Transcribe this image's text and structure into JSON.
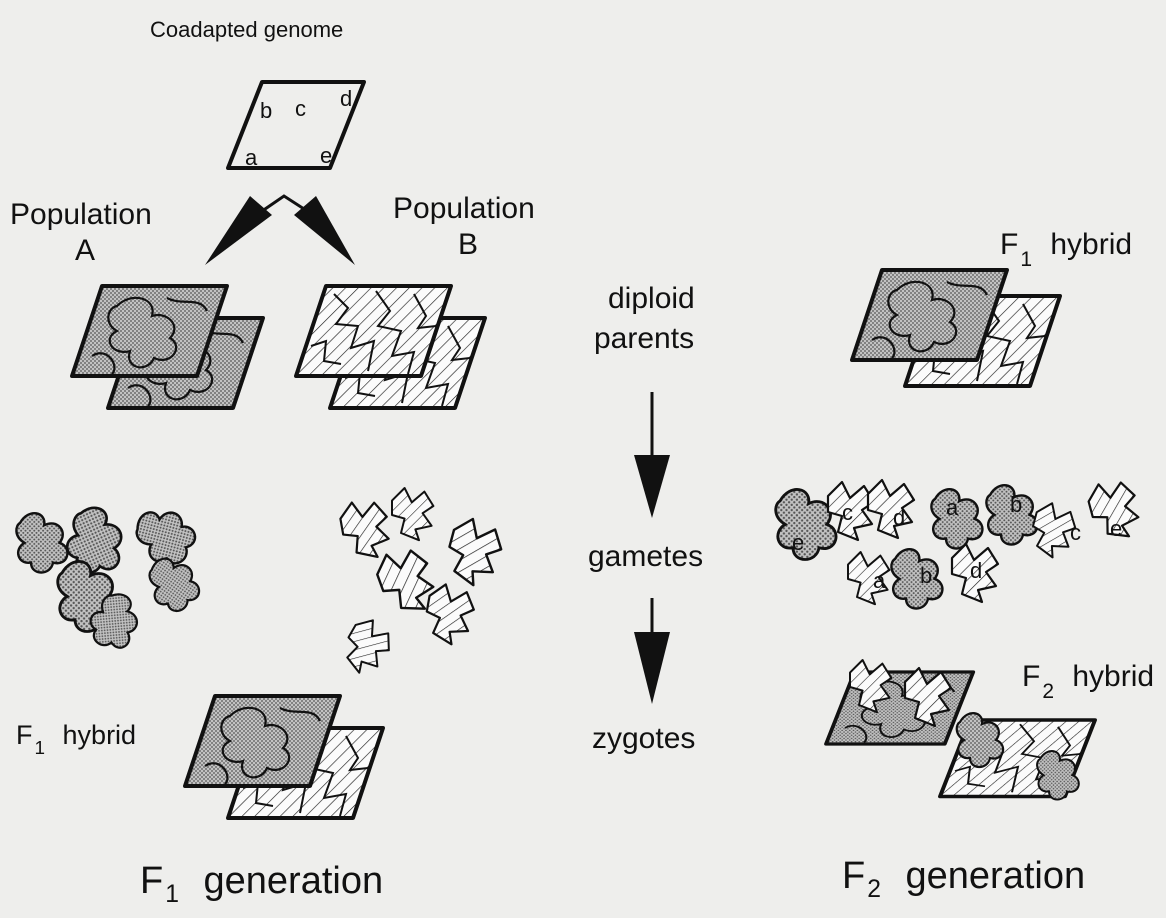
{
  "coadapted": {
    "title": "Coadapted genome",
    "loci": [
      "a",
      "b",
      "c",
      "d",
      "e"
    ]
  },
  "left": {
    "population_a": [
      "Population",
      "A"
    ],
    "population_b": [
      "Population",
      "B"
    ],
    "f1_hybrid": {
      "letter": "F",
      "sub": "1",
      "word": "hybrid"
    },
    "generation": {
      "letter": "F",
      "sub": "1",
      "word": "generation"
    }
  },
  "center": {
    "parents": [
      "diploid",
      "parents"
    ],
    "gametes": "gametes",
    "zygotes": "zygotes"
  },
  "right": {
    "f1_hybrid": {
      "letter": "F",
      "sub": "1",
      "word": "hybrid"
    },
    "gamete_loci": {
      "upper": [
        "c",
        "d",
        "a",
        "b",
        "c",
        "e"
      ],
      "lower": [
        "e",
        "a",
        "b",
        "d"
      ]
    },
    "f2_hybrid": {
      "letter": "F",
      "sub": "2",
      "word": "hybrid"
    },
    "generation": {
      "letter": "F",
      "sub": "2",
      "word": "generation"
    }
  },
  "colors": {
    "background": "#eeeeec",
    "ink": "#111111",
    "stipple": "#9a9a9a"
  }
}
